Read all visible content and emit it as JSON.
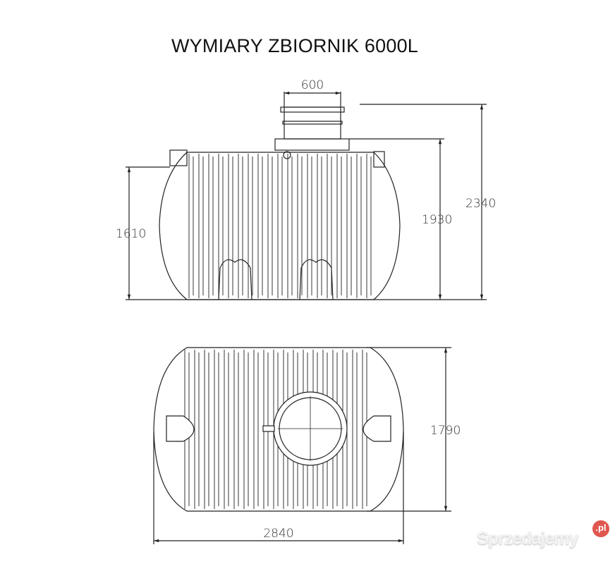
{
  "title": "WYMIARY ZBIORNIK 6000L",
  "dimensions": {
    "manhole_diameter": "600",
    "inlet_height": "1610",
    "tank_height": "1930",
    "total_height": "2340",
    "tank_width": "1790",
    "tank_length": "2840"
  },
  "watermark": {
    "text": "Sprzedajemy",
    "badge": ".pl",
    "badge_color": "#e0574f"
  }
}
